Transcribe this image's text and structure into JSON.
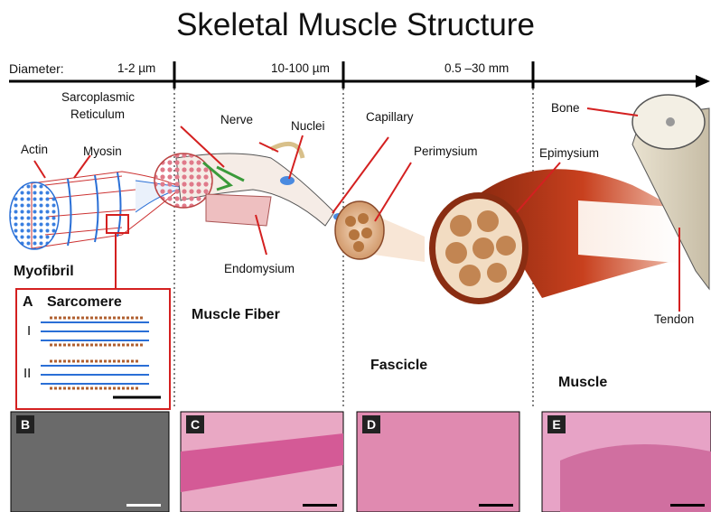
{
  "title": "Skeletal Muscle Structure",
  "diameter": {
    "label": "Diameter:",
    "ranges": [
      "1-2 µm",
      "10-100 µm",
      "0.5 –30  mm"
    ]
  },
  "labels": {
    "sarcoplasmic": "Sarcoplasmic",
    "reticulum": "Reticulum",
    "nerve": "Nerve",
    "nuclei": "Nuclei",
    "capillary": "Capillary",
    "perimysium": "Perimysium",
    "epimysium": "Epimysium",
    "bone": "Bone",
    "actin": "Actin",
    "myosin": "Myosin",
    "endomysium": "Endomysium",
    "tendon": "Tendon"
  },
  "sections": {
    "myofibril": "Myofibril",
    "muscle_fiber": "Muscle Fiber",
    "fascicle": "Fascicle",
    "muscle": "Muscle"
  },
  "sarcomere": {
    "letter": "A",
    "title": "Sarcomere",
    "state_1": "I",
    "state_2": "II"
  },
  "panels": [
    "B",
    "C",
    "D",
    "E"
  ]
}
